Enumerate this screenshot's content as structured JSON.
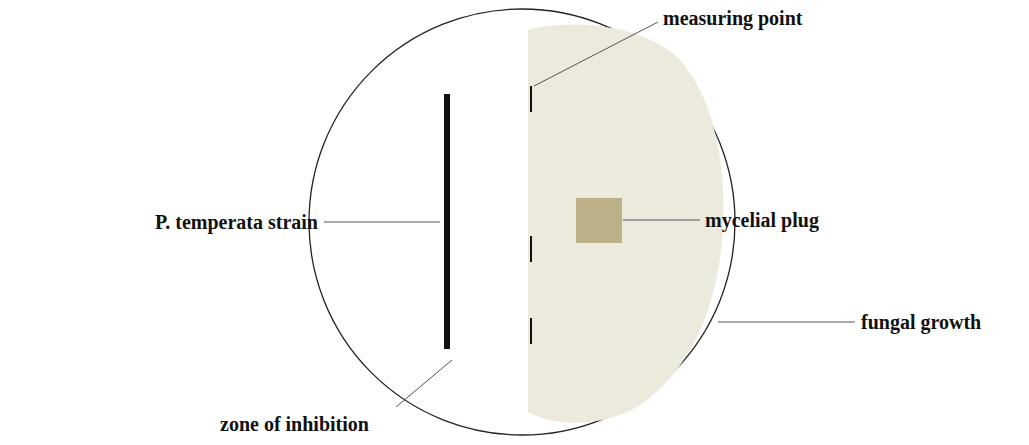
{
  "diagram": {
    "labels": [
      "P. temperata strain",
      "measuring point",
      "mycelial plug",
      "fungal growth",
      "zone of inhibition"
    ]
  }
}
